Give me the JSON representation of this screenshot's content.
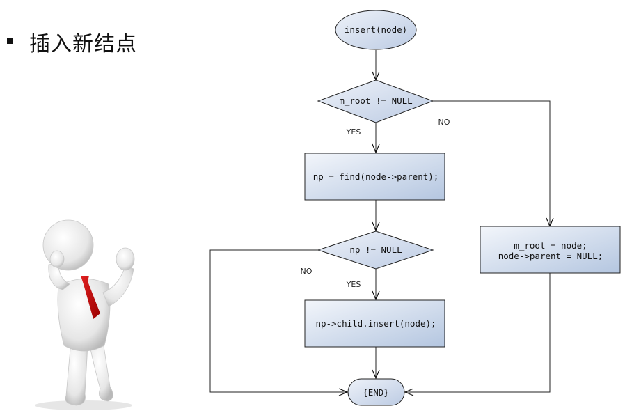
{
  "slide": {
    "title": "插入新结点"
  },
  "flowchart": {
    "nodes": {
      "start": "insert(node)",
      "cond_root": "m_root != NULL",
      "find": "np = find(node->parent);",
      "cond_np": "np != NULL",
      "insert_child": "np->child.insert(node);",
      "set_root_line1": "m_root = node;",
      "set_root_line2": "node->parent = NULL;",
      "end": "{END}"
    },
    "edges": {
      "root_yes": "YES",
      "root_no": "NO",
      "np_yes": "YES",
      "np_no": "NO"
    }
  }
}
